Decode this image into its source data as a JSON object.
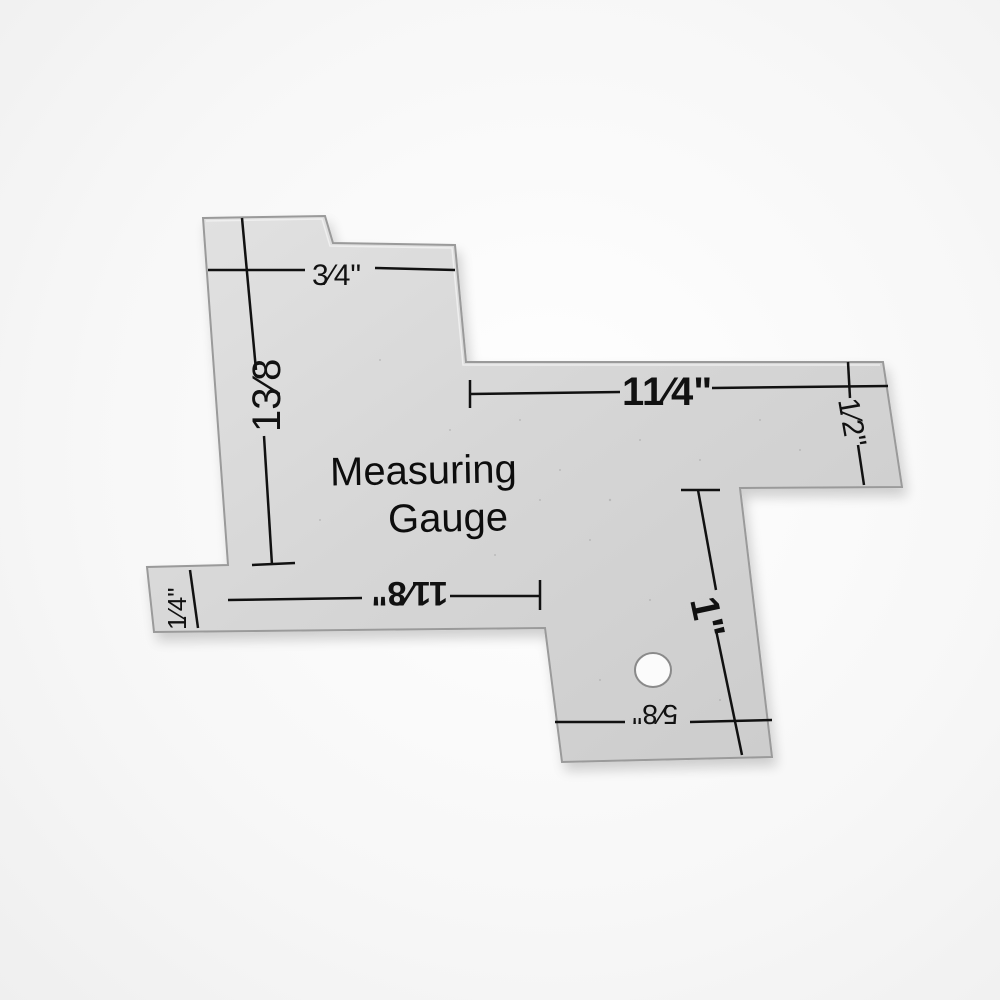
{
  "gauge": {
    "title_line1": "Measuring",
    "title_line2": "Gauge",
    "labels": {
      "three_quarters": "3⁄4\"",
      "one_three_eighths": "13⁄8",
      "one_quarter_top": "11⁄4\"",
      "one_half": "1⁄2\"",
      "one": "1\"",
      "one_eighth": "11⁄8\"",
      "one_quarter_left": "1⁄4\"",
      "five_eighths": "5⁄8\""
    }
  },
  "colors": {
    "metal": "#d9d9d9",
    "ink": "#111111",
    "background": "#fbfbfb"
  }
}
